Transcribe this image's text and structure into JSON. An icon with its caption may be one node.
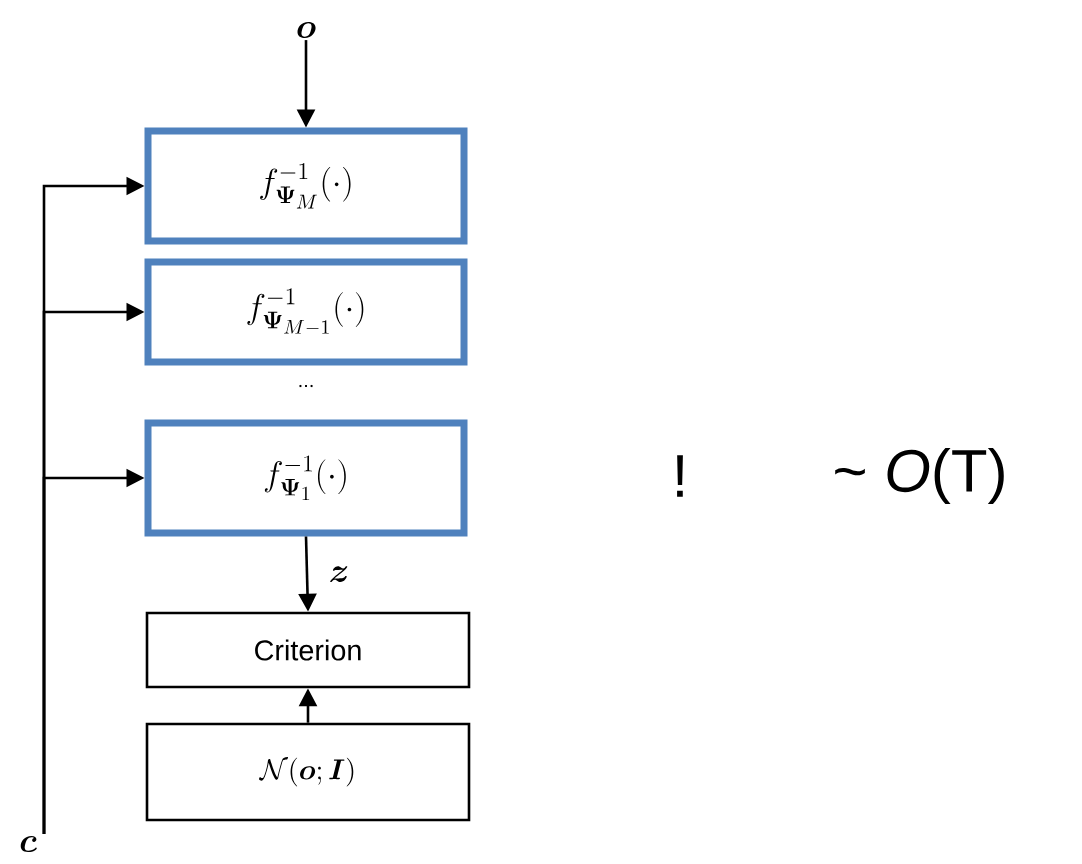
{
  "diagram": {
    "nodes": [
      {
        "text": [
          "\\boldsymbol{o}"
        ]
      },
      {
        "text": [
          "f_{\\boldsymbol{\\Psi}_{M}}^{-1}(\\cdot)"
        ]
      },
      {
        "text": [
          "f_{\\boldsymbol{\\Psi}_{M-1}}^{-1}(\\cdot)"
        ]
      },
      {
        "text": [
          "f_{\\boldsymbol{\\Psi}_{1}}^{-1}(\\cdot)"
        ]
      },
      {
        "text": [
          "Criterion"
        ]
      },
      {
        "text": [
          "\\mathcal{N}(\\boldsymbol{o};\\boldsymbol{I})"
        ]
      },
      {
        "text": [
          "\\boldsymbol{c}"
        ]
      }
    ],
    "edges": [
      {
        "from": 0,
        "to": 1,
        "arrow": "to"
      },
      {
        "from": 6,
        "to": 1,
        "arrow": "to"
      },
      {
        "from": 6,
        "to": 2,
        "arrow": "to"
      },
      {
        "from": 6,
        "to": 3,
        "arrow": "to"
      },
      {
        "from": 3,
        "to": 4,
        "arrow": "to",
        "label": "\\boldsymbol{z}"
      },
      {
        "from": 5,
        "to": 4,
        "arrow": "to"
      }
    ],
    "labels": [
      "...",
      "!",
      "~ *O*(T)"
    ]
  }
}
